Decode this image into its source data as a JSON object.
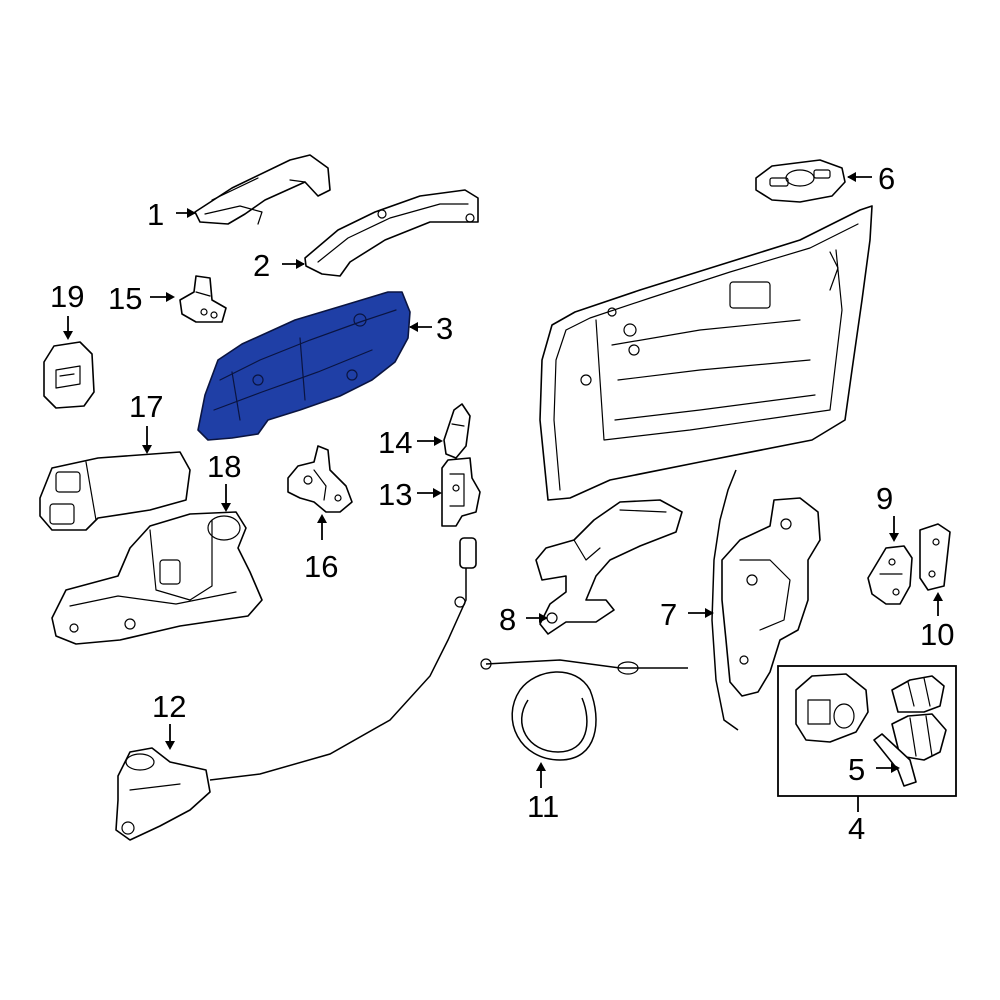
{
  "diagram": {
    "highlight_color": "#1f3fa6",
    "line_color": "#000000",
    "background": "#ffffff",
    "parts": [
      {
        "id": "1",
        "label": "1",
        "icon": "outer-door-handle"
      },
      {
        "id": "2",
        "label": "2",
        "icon": "handle-gasket"
      },
      {
        "id": "3",
        "label": "3",
        "icon": "handle-carrier-bracket",
        "highlighted": true
      },
      {
        "id": "4",
        "label": "4",
        "icon": "lock-cylinder-kit-group"
      },
      {
        "id": "5",
        "label": "5",
        "icon": "key-blade"
      },
      {
        "id": "6",
        "label": "6",
        "icon": "remote-key-fob"
      },
      {
        "id": "7",
        "label": "7",
        "icon": "door-latch-actuator"
      },
      {
        "id": "8",
        "label": "8",
        "icon": "latch-bracket"
      },
      {
        "id": "9",
        "label": "9",
        "icon": "striker"
      },
      {
        "id": "10",
        "label": "10",
        "icon": "striker-shim"
      },
      {
        "id": "11",
        "label": "11",
        "icon": "release-cable"
      },
      {
        "id": "12",
        "label": "12",
        "icon": "inside-handle-cable-assembly"
      },
      {
        "id": "13",
        "label": "13",
        "icon": "lock-module"
      },
      {
        "id": "14",
        "label": "14",
        "icon": "cover-clip"
      },
      {
        "id": "15",
        "label": "15",
        "icon": "mounting-bracket"
      },
      {
        "id": "16",
        "label": "16",
        "icon": "lock-bracket"
      },
      {
        "id": "17",
        "label": "17",
        "icon": "handle-cover-cap"
      },
      {
        "id": "18",
        "label": "18",
        "icon": "handle-frame-assembly"
      },
      {
        "id": "19",
        "label": "19",
        "icon": "cylinder-cap"
      }
    ]
  }
}
